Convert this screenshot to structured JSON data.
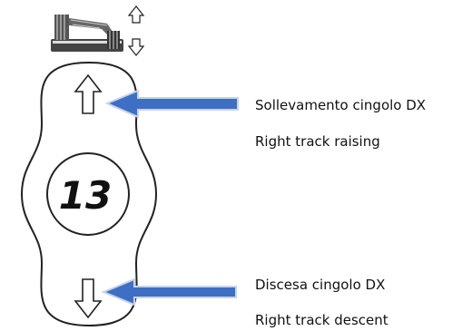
{
  "button": {
    "number": "13"
  },
  "labels": {
    "raise_it": "Sollevamento cingolo DX",
    "raise_en": "Right track raising",
    "lower_it": "Discesa cingolo DX",
    "lower_en": "Right track descent"
  },
  "icons": {
    "machine": "tracked-machine-lift-icon",
    "up": "arrow-up-icon",
    "down": "arrow-down-icon",
    "pointer": "blue-arrow-pointer-icon"
  },
  "colors": {
    "pointer_arrow": "#3f6fc4",
    "outline": "#222222",
    "text": "#111111"
  }
}
